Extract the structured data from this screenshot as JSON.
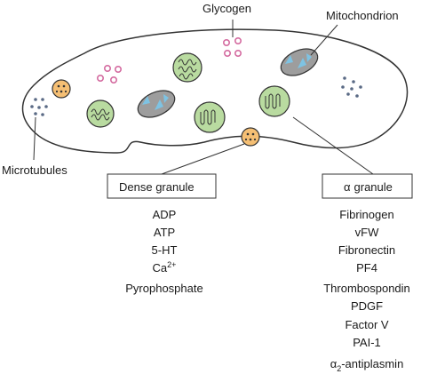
{
  "labels": {
    "glycogen": "Glycogen",
    "mitochondrion": "Mitochondrion",
    "microtubules": "Microtubules"
  },
  "dense_granule": {
    "title": "Dense granule",
    "items": [
      "ADP",
      "ATP",
      "5-HT",
      "Ca",
      "Pyrophosphate"
    ],
    "calcium_superscript": "2+"
  },
  "alpha_granule": {
    "symbol": "α",
    "title": "granule",
    "items": [
      "Fibrinogen",
      "vFW",
      "Fibronectin",
      "PF4",
      "Thrombospondin",
      "PDGF",
      "Factor V",
      "PAI-1"
    ],
    "antiplasmin_prefix": "α",
    "antiplasmin_subscript": "2",
    "antiplasmin_suffix": "-antiplasmin"
  },
  "colors": {
    "outline": "#333333",
    "alpha_granule_fill": "#b9dba0",
    "mitochondrion_fill": "#9d9d9d",
    "mitochondrion_cristae": "#7ec3e3",
    "glycogen": "#d46ba0",
    "dense_granule_fill": "#f5bf74",
    "microtubule_dots": "#5a6a85"
  }
}
